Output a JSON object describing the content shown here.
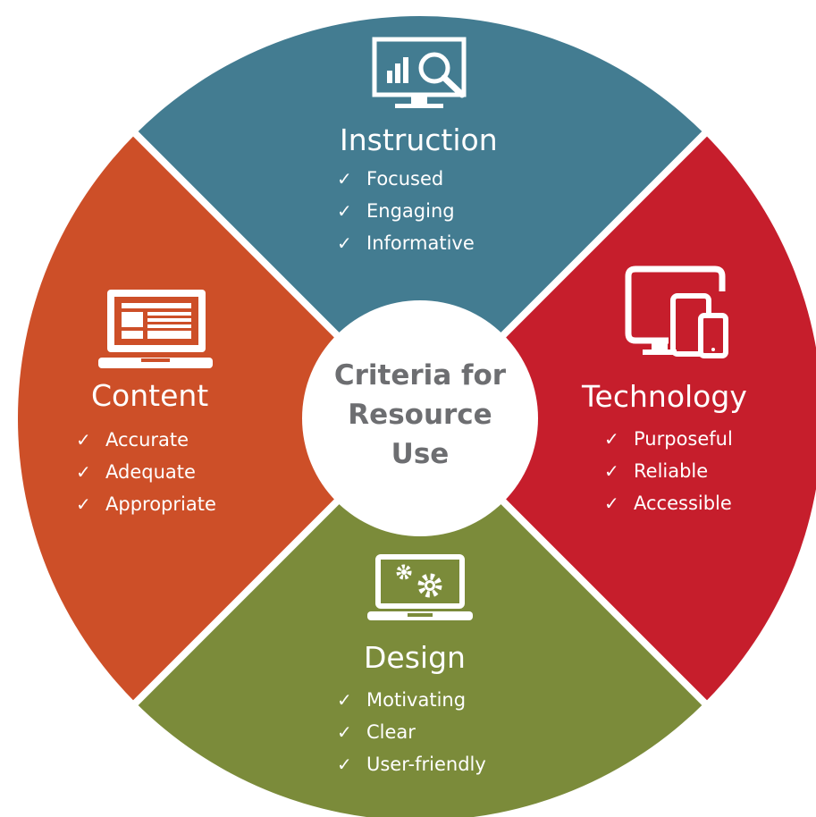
{
  "colors": {
    "instruction": "#437c91",
    "technology": "#c61e2c",
    "design": "#7b8b3a",
    "content": "#cd4f28",
    "center": "#ffffff",
    "center_text": "#6d6e71"
  },
  "center": {
    "lines": [
      "Criteria for",
      "Resource",
      "Use"
    ]
  },
  "segments": {
    "instruction": {
      "title": "Instruction",
      "icon": "analytics-monitor-icon",
      "items": [
        "Focused",
        "Engaging",
        "Informative"
      ]
    },
    "technology": {
      "title": "Technology",
      "icon": "devices-icon",
      "items": [
        "Purposeful",
        "Reliable",
        "Accessible"
      ]
    },
    "design": {
      "title": "Design",
      "icon": "laptop-gears-icon",
      "items": [
        "Motivating",
        "Clear",
        "User-friendly"
      ]
    },
    "content": {
      "title": "Content",
      "icon": "laptop-layout-icon",
      "items": [
        "Accurate",
        "Adequate",
        "Appropriate"
      ]
    }
  },
  "check_mark": "✓"
}
